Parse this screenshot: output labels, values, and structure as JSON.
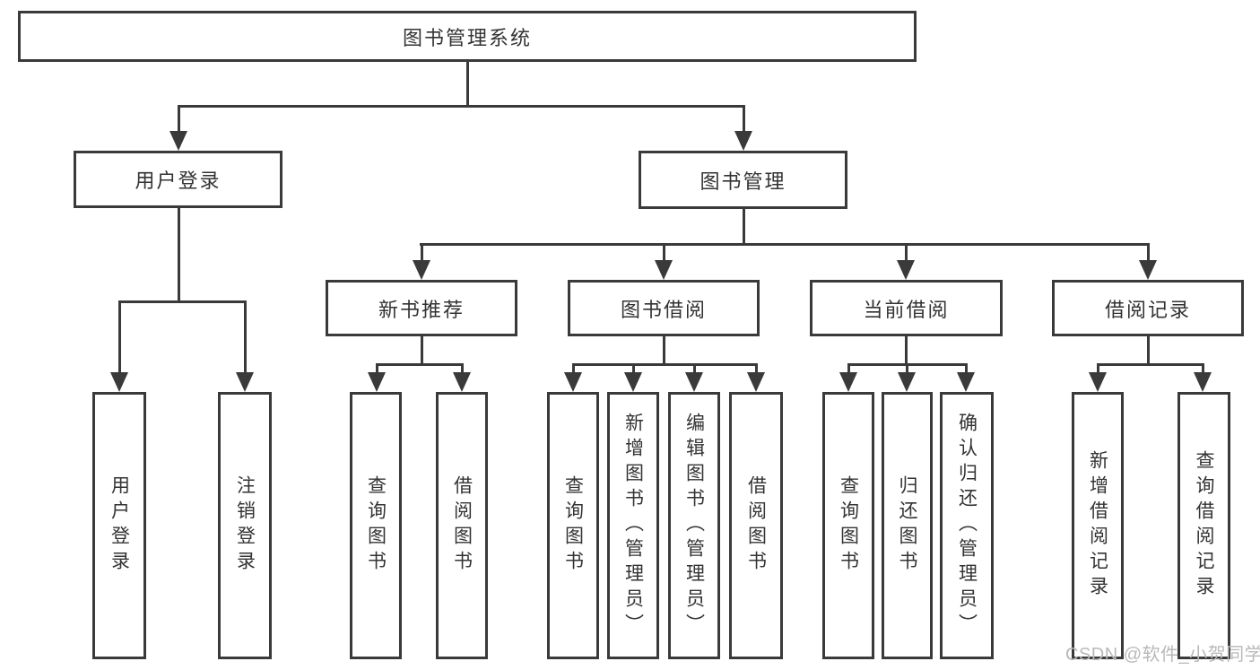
{
  "diagram": {
    "watermark": "CSDN @软件_小贺同学",
    "colors": {
      "line": "#3a3a3a",
      "text": "#333333",
      "watermark": "#b9b9b9",
      "background": "#ffffff"
    },
    "tree": {
      "label": "图书管理系统",
      "children": [
        {
          "label": "用户登录",
          "children": [
            {
              "label": "用户登录"
            },
            {
              "label": "注销登录"
            }
          ]
        },
        {
          "label": "图书管理",
          "children": [
            {
              "label": "新书推荐",
              "children": [
                {
                  "label": "查询图书"
                },
                {
                  "label": "借阅图书"
                }
              ]
            },
            {
              "label": "图书借阅",
              "children": [
                {
                  "label": "查询图书"
                },
                {
                  "label": "新增图书（管理员）"
                },
                {
                  "label": "编辑图书（管理员）"
                },
                {
                  "label": "借阅图书"
                }
              ]
            },
            {
              "label": "当前借阅",
              "children": [
                {
                  "label": "查询图书"
                },
                {
                  "label": "归还图书"
                },
                {
                  "label": "确认归还（管理员）"
                }
              ]
            },
            {
              "label": "借阅记录",
              "children": [
                {
                  "label": "新增借阅记录"
                },
                {
                  "label": "查询借阅记录"
                }
              ]
            }
          ]
        }
      ]
    }
  }
}
